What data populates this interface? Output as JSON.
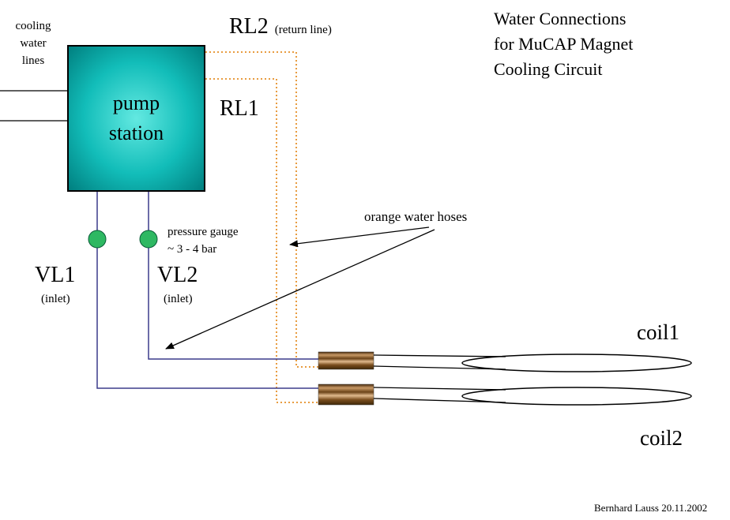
{
  "title": {
    "line1": "Water Connections",
    "line2": "for MuCAP Magnet",
    "line3": "Cooling Circuit"
  },
  "cooling_water": {
    "line1": "cooling",
    "line2": "water",
    "line3": "lines"
  },
  "pump_station": {
    "line1": "pump",
    "line2": "station"
  },
  "lines": {
    "rl2": {
      "label": "RL2",
      "sublabel": "(return line)"
    },
    "rl1": {
      "label": "RL1"
    },
    "vl1": {
      "label": "VL1",
      "sublabel": "(inlet)"
    },
    "vl2": {
      "label": "VL2",
      "sublabel": "(inlet)"
    }
  },
  "pressure_gauge": {
    "label": "pressure gauge",
    "value": "~ 3 - 4 bar"
  },
  "hoses": {
    "label": "orange water hoses"
  },
  "coils": {
    "coil1": "coil1",
    "coil2": "coil2"
  },
  "footer": {
    "credit": "Bernhard Lauss 20.11.2002"
  },
  "colors": {
    "pump_center": "#63e9e1",
    "pump_mid": "#12bdb9",
    "pump_edge": "#007f7f",
    "line_blue": "#3c3c8c",
    "hose_orange": "#e07b00",
    "gauge_green": "#2eb862"
  }
}
